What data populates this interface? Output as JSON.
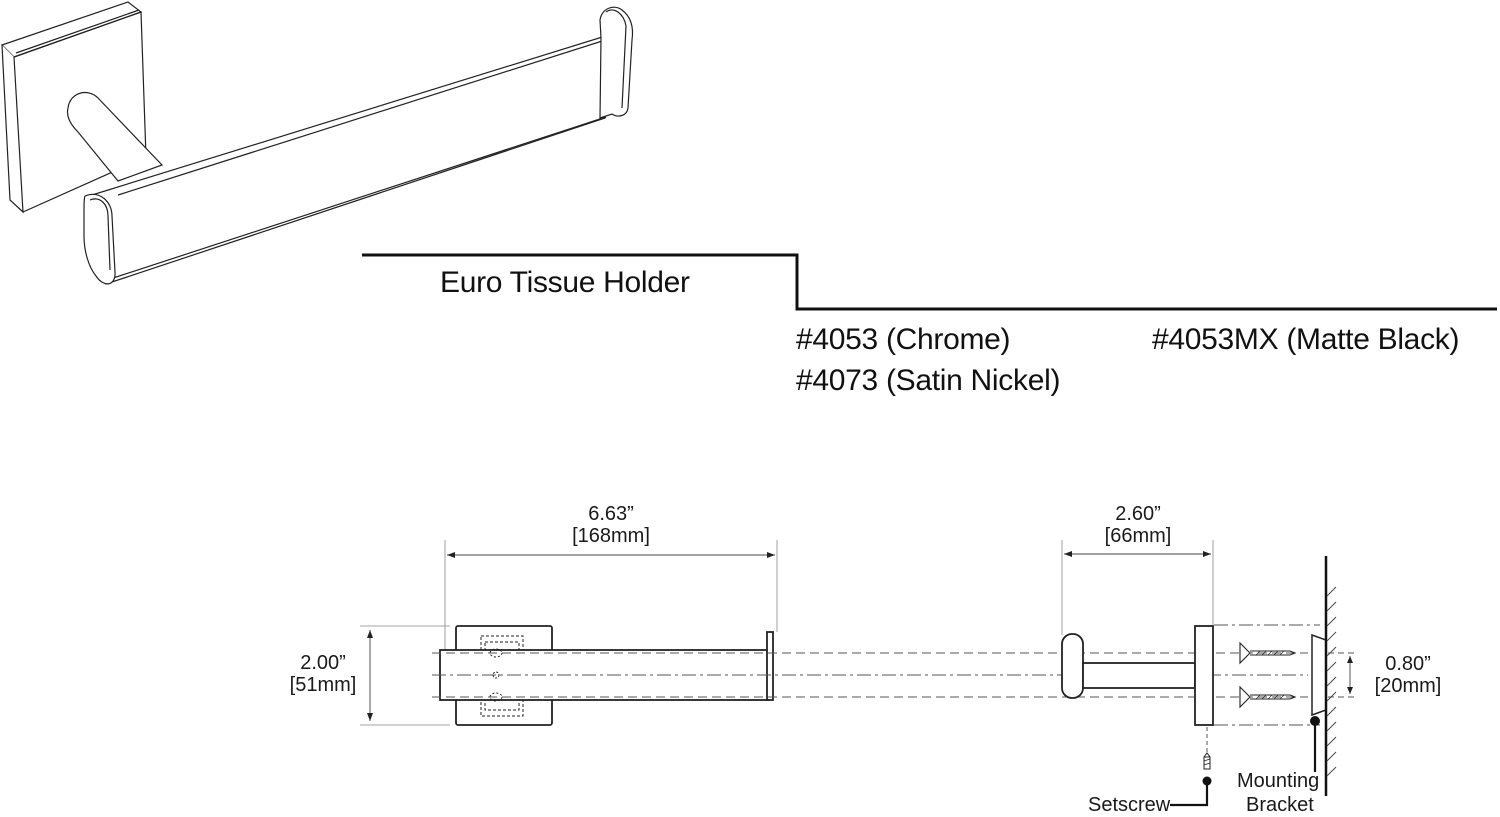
{
  "product": {
    "title": "Euro Tissue Holder",
    "skus": [
      {
        "label": "#4053 (Chrome)"
      },
      {
        "label": "#4073 (Satin Nickel)"
      },
      {
        "label": "#4053MX (Matte Black)"
      }
    ]
  },
  "dimensions": {
    "length": {
      "inches": "6.63”",
      "mm": "[168mm]"
    },
    "height": {
      "inches": "2.00”",
      "mm": "[51mm]"
    },
    "projection": {
      "inches": "2.60”",
      "mm": "[66mm]"
    },
    "bracket_spacing": {
      "inches": "0.80”",
      "mm": "[20mm]"
    }
  },
  "callouts": {
    "setscrew": "Setscrew",
    "mounting_line1": "Mounting",
    "mounting_line2": "Bracket"
  },
  "colors": {
    "line": "#111111",
    "thin_line": "#555555",
    "background": "#ffffff"
  }
}
